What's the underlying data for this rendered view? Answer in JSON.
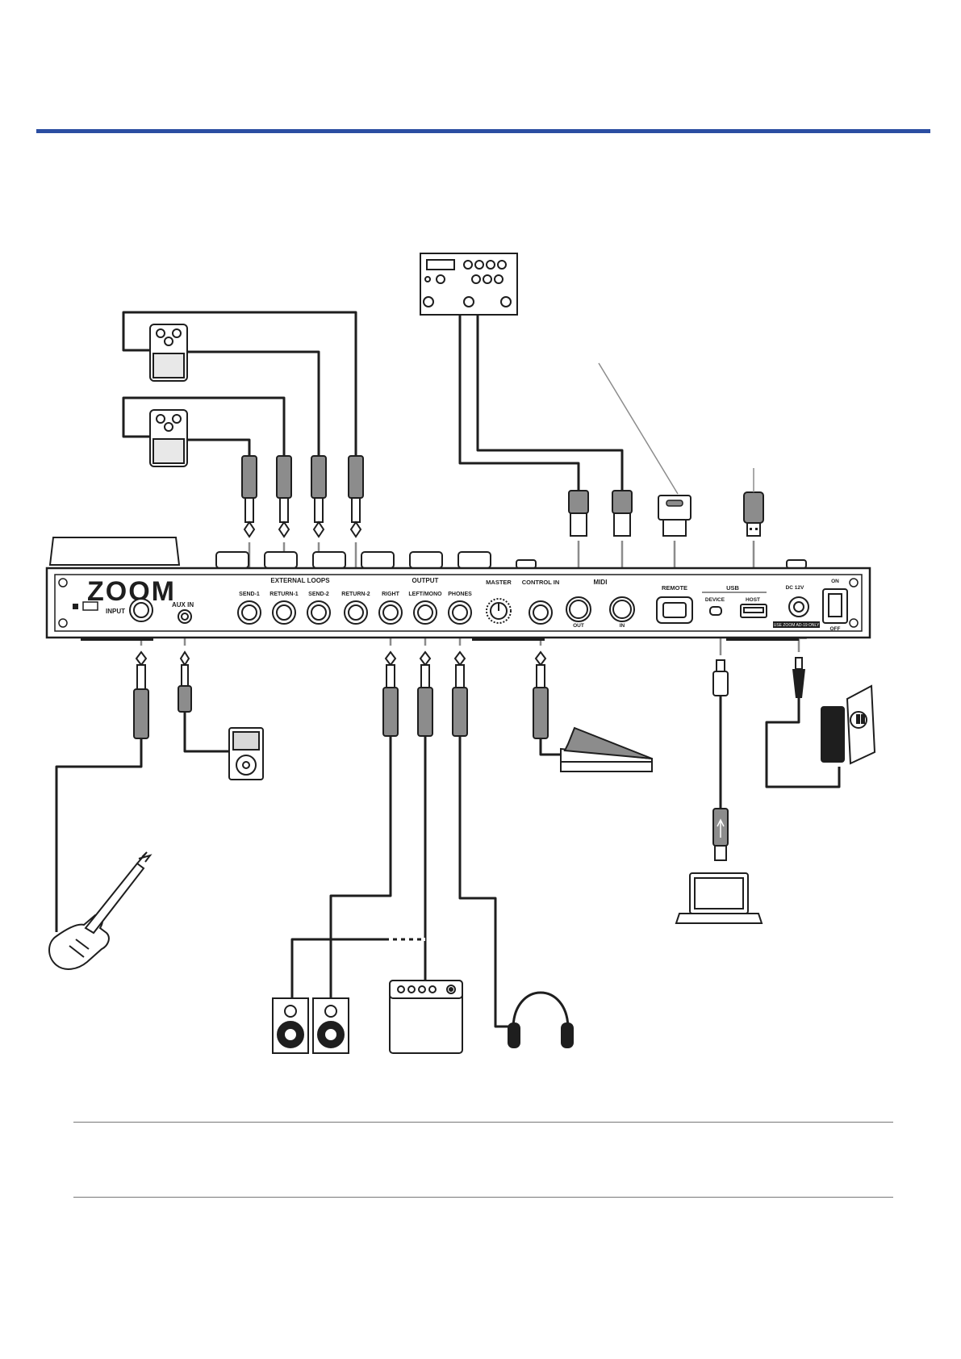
{
  "colors": {
    "accent": "#2b4ea2",
    "line": "#1e1e1e",
    "plug": "#8c8c8c",
    "panel": "#ffffff",
    "rule": "#777777"
  },
  "brand": {
    "logo": "ZOOM"
  },
  "panel": {
    "input": "INPUT",
    "aux_in": "AUX IN",
    "external_loops": "EXTERNAL LOOPS",
    "send_1": "SEND-1",
    "return_1": "RETURN-1",
    "send_2": "SEND-2",
    "return_2": "RETURN-2",
    "output": "OUTPUT",
    "right": "RIGHT",
    "left_mono": "LEFT/MONO",
    "phones": "PHONES",
    "master": "MASTER",
    "control_in": "CONTROL IN",
    "midi": "MIDI",
    "midi_out": "OUT",
    "midi_in": "IN",
    "remote": "REMOTE",
    "usb": "USB",
    "device": "DEVICE",
    "host": "HOST",
    "dc": "DC 12V",
    "dc_note": "USE ZOOM AD-19 ONLY",
    "on": "ON",
    "off": "OFF"
  }
}
